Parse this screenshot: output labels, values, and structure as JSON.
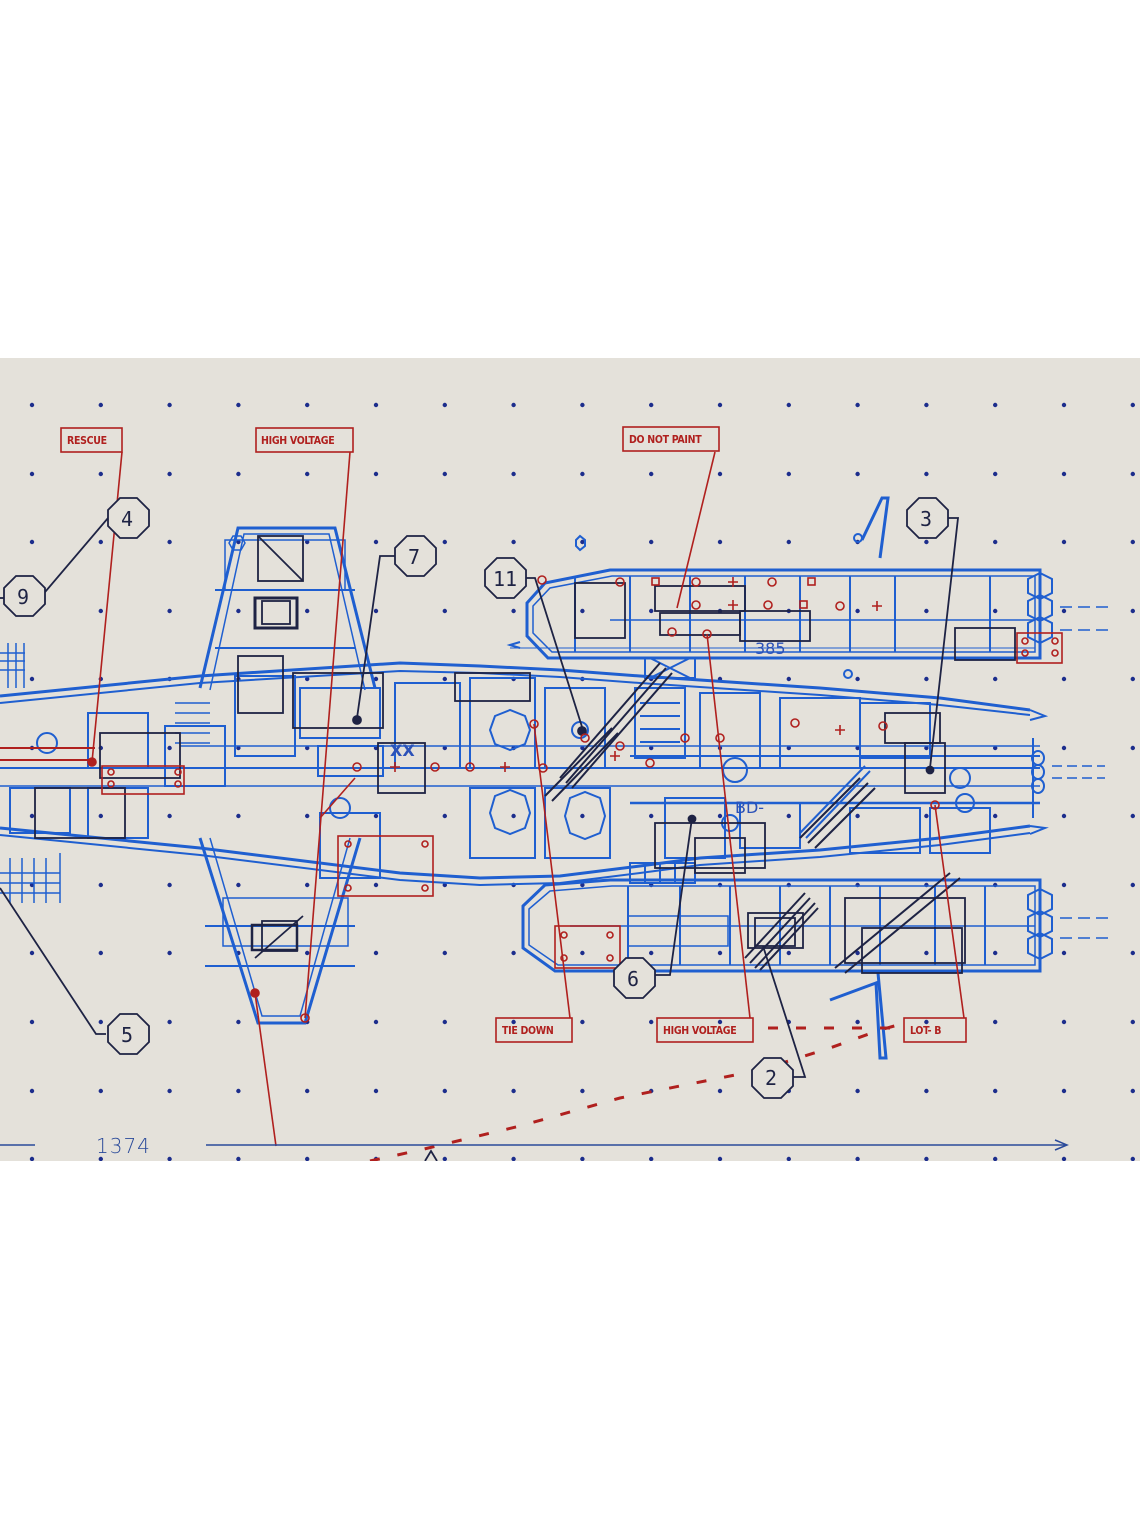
{
  "drawing": {
    "background_color": "#e4e1da",
    "colors": {
      "blue_line": "#1f5fd0",
      "dark_line": "#1e2344",
      "red_line": "#b0201e",
      "grid_dot": "#1c2d8c"
    },
    "callout_labels": [
      {
        "id": "rescue",
        "text": "RESCUE"
      },
      {
        "id": "high-voltage-top",
        "text": "HIGH VOLTAGE"
      },
      {
        "id": "do-not-paint",
        "text": "DO NOT PAINT"
      },
      {
        "id": "tie-down",
        "text": "TIE DOWN"
      },
      {
        "id": "high-voltage-bottom",
        "text": "HIGH VOLTAGE"
      },
      {
        "id": "lot-b",
        "text": "LOT- B"
      }
    ],
    "reference_numbers": [
      {
        "id": "ref-2",
        "text": "2"
      },
      {
        "id": "ref-3",
        "text": "3"
      },
      {
        "id": "ref-4",
        "text": "4"
      },
      {
        "id": "ref-5",
        "text": "5"
      },
      {
        "id": "ref-6",
        "text": "6"
      },
      {
        "id": "ref-7",
        "text": "7"
      },
      {
        "id": "ref-9",
        "text": "9"
      },
      {
        "id": "ref-11",
        "text": "11"
      }
    ],
    "inline_markings": {
      "panel_code": "385",
      "bd_code": "BD-",
      "xx_mark": "XX"
    },
    "dimension": {
      "value": "1374"
    }
  }
}
